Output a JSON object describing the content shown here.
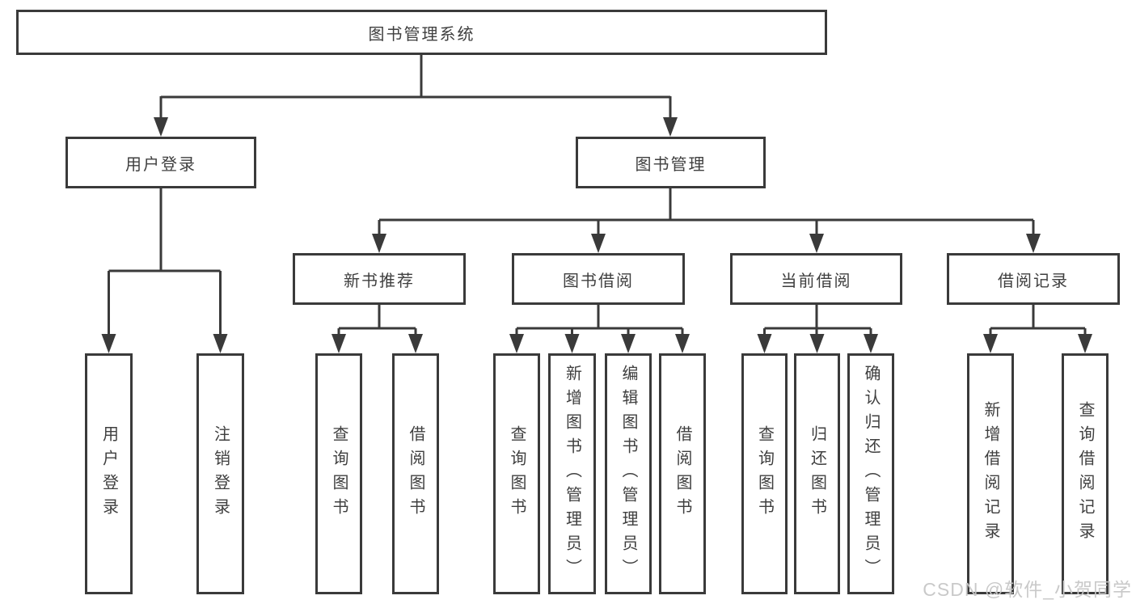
{
  "diagram": {
    "type": "tree",
    "root": {
      "label": "图书管理系统"
    },
    "level2": {
      "user_login": {
        "label": "用户登录"
      },
      "book_management": {
        "label": "图书管理"
      }
    },
    "level3": {
      "new_book_recommend": {
        "label": "新书推荐"
      },
      "book_borrowing": {
        "label": "图书借阅"
      },
      "current_borrowing": {
        "label": "当前借阅"
      },
      "borrowing_records": {
        "label": "借阅记录"
      }
    },
    "leaves": {
      "user_login": {
        "label": "用户登录"
      },
      "logout": {
        "label": "注销登录"
      },
      "query_books_1": {
        "label": "查询图书"
      },
      "borrow_books_1": {
        "label": "借阅图书"
      },
      "query_books_2": {
        "label": "查询图书"
      },
      "add_books_admin": {
        "label": "新增图书（管理员）"
      },
      "edit_books_admin": {
        "label": "编辑图书（管理员）"
      },
      "borrow_books_2": {
        "label": "借阅图书"
      },
      "query_books_3": {
        "label": "查询图书"
      },
      "return_books": {
        "label": "归还图书"
      },
      "confirm_return_admin": {
        "label": "确认归还（管理员）"
      },
      "add_borrow_record": {
        "label": "新增借阅记录"
      },
      "query_borrow_record": {
        "label": "查询借阅记录"
      }
    },
    "hierarchy": {
      "图书管理系统": [
        "用户登录",
        "图书管理"
      ],
      "用户登录": [
        "用户登录",
        "注销登录"
      ],
      "图书管理": [
        "新书推荐",
        "图书借阅",
        "当前借阅",
        "借阅记录"
      ],
      "新书推荐": [
        "查询图书",
        "借阅图书"
      ],
      "图书借阅": [
        "查询图书",
        "新增图书（管理员）",
        "编辑图书（管理员）",
        "借阅图书"
      ],
      "当前借阅": [
        "查询图书",
        "归还图书",
        "确认归还（管理员）"
      ],
      "借阅记录": [
        "新增借阅记录",
        "查询借阅记录"
      ]
    }
  },
  "watermark": {
    "text": "CSDN @软件_小贺同学"
  },
  "colors": {
    "line": "#3a3a3a",
    "text": "#3f3f3f",
    "watermark_text": "#c7c7c7",
    "background": "#ffffff"
  }
}
